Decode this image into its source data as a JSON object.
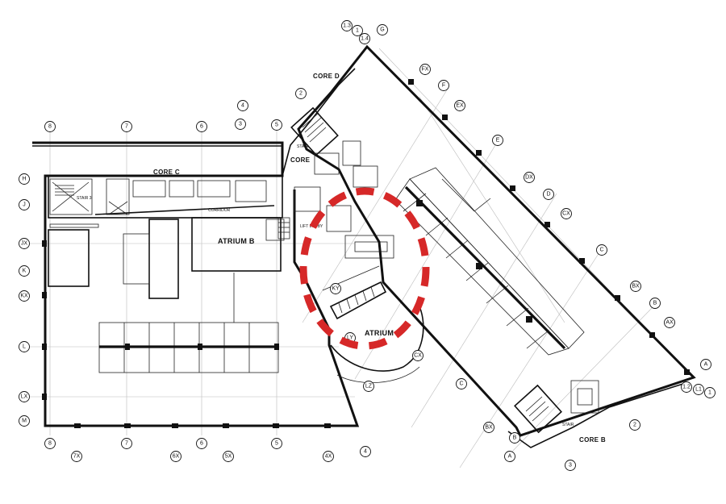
{
  "labels": {
    "core_c": "CORE C",
    "core_d": "CORE D",
    "core_b": "CORE B",
    "core_mid": "CORE",
    "atrium_b": "ATRIUM B",
    "atrium_a": "ATRIUM A",
    "stair_3": "STAIR 3",
    "stair_mid": "STAIR",
    "stair_b": "STAIR",
    "lift_lobby": "LIFT LOBBY",
    "corridor": "CORRIDOR"
  },
  "grid_bubbles": {
    "top_left": [
      "8",
      "7",
      "6",
      "5",
      "4",
      "3"
    ],
    "bottom_left": [
      "8",
      "7X",
      "7",
      "6X",
      "6",
      "5X",
      "5",
      "4X",
      "4"
    ],
    "left_side": [
      "H",
      "J",
      "JX",
      "K",
      "KX",
      "L",
      "LX",
      "M"
    ],
    "top_right": [
      "1.3",
      "1",
      "1.4",
      "G",
      "2"
    ],
    "right_diagonal": [
      "FX",
      "F",
      "EX",
      "E",
      "DX",
      "D",
      "CX",
      "C",
      "BX",
      "B",
      "AX",
      "A",
      "1.2",
      "L1",
      "1"
    ],
    "bottom_right": [
      "BX",
      "B",
      "A",
      "3",
      "2"
    ],
    "center": [
      "KY",
      "LY",
      "LZ",
      "CX",
      "C"
    ]
  },
  "highlight": {
    "color": "#d62828",
    "shape": "dashed-circle"
  }
}
